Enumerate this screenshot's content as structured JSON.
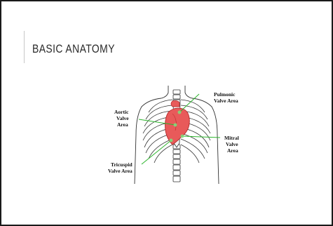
{
  "slide": {
    "title": "BASIC ANATOMY",
    "figure": {
      "labels": {
        "pulmonic_1": "Pulmonic",
        "pulmonic_2": "Valve Area",
        "aortic_1": "Aortic",
        "aortic_2": "Valve",
        "aortic_3": "Area",
        "mitral_1": "Mitral",
        "mitral_2": "Valve",
        "mitral_3": "Area",
        "tricuspid_1": "Tricuspid",
        "tricuspid_2": "Valve Area"
      },
      "colors": {
        "heart": "#e85a5a",
        "heart_outline": "#b02020",
        "pointer_line": "#2db52d",
        "outline": "#333333"
      }
    }
  }
}
